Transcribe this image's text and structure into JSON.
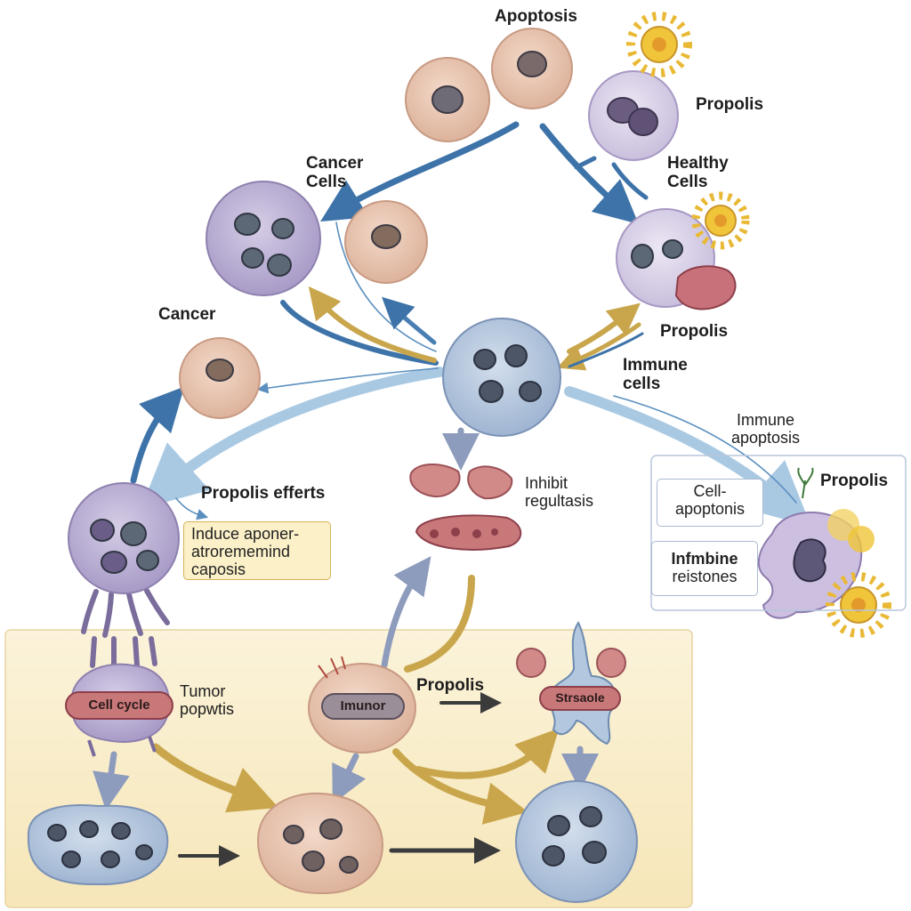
{
  "labels": {
    "apoptosis": "Apoptosis",
    "propolis_top": "Propolis",
    "healthy_cells": "Healthy\nCells",
    "cancer_cells": "Cancer\nCells",
    "cancer": "Cancer",
    "propolis_mid": "Propolis",
    "immune_cells": "Immune\ncells",
    "immune_apoptosis": "Immune\napoptosis",
    "propolis_right": "Propolis",
    "propolis_effects": "Propolis efferts",
    "inhibit": "Inhibit\nregultasis",
    "tumor": "Tumor\npopwtis",
    "propolis_bottom": "Propolis"
  },
  "boxes": {
    "induce": [
      "Induce aponer-",
      "atrorememind",
      "caposis"
    ],
    "cell_apoptonis": [
      "Cell-",
      "apoptonis"
    ],
    "infmbine": [
      "Infmbine",
      "reistones"
    ]
  },
  "cell_tags": {
    "cell_cycle": "Cell cycle",
    "imunor": "Imunor",
    "strsaole": "Strsaole"
  },
  "colors": {
    "arrow_blue": "#3d73a8",
    "arrow_light_blue": "#a9c9e3",
    "arrow_gold": "#c9a64c",
    "arrow_grey": "#8d9bbc",
    "arrow_dark": "#3b3b3b",
    "cancer_purple": "#b4a9cf",
    "healthy_peach": "#e6c1ae",
    "core_blue": "#aec2dc",
    "propolis_gold": "#f0c53a",
    "bottom_panel": "#f8ecc8",
    "box_yellow": "#fbf0c8",
    "box_border": "#d8b25a"
  }
}
